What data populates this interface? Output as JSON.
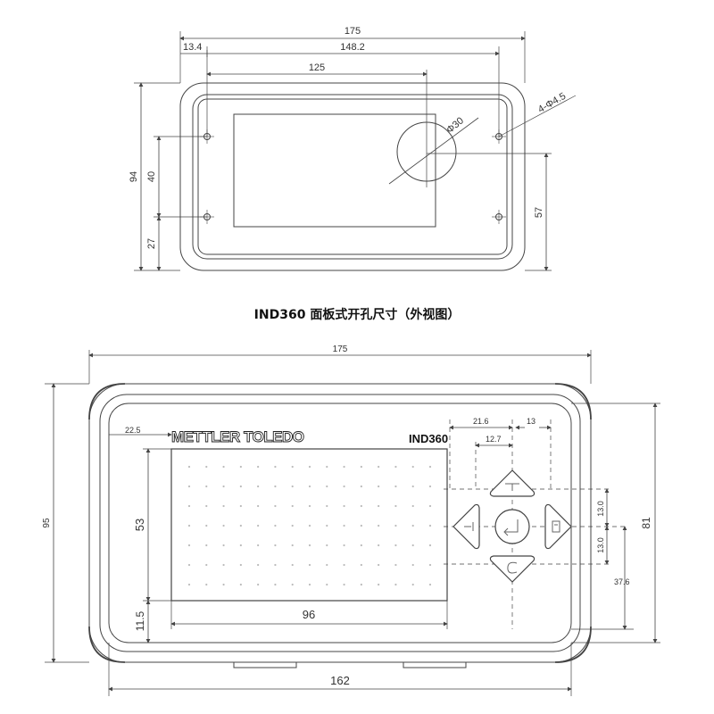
{
  "caption": "IND360 面板式开孔尺寸（外视图）",
  "top_view": {
    "dims": {
      "overall_width": "175",
      "left_offset": "13.4",
      "hole_span": "148.2",
      "inner": "125",
      "height": "94",
      "hole_vertical": "40",
      "bottom": "27",
      "right_height": "57",
      "diameter": "Φ30",
      "holes": "4-Φ4.5"
    }
  },
  "front_view": {
    "brand": "METTLER TOLEDO",
    "model": "IND360",
    "dims": {
      "overall_width": "175",
      "overall_height": "95",
      "brand_offset": "22.5",
      "keypad_offset": "21.6",
      "keypad_right": "13",
      "keypad_center": "12.7",
      "display_height": "53",
      "display_bottom": "11.5",
      "display_width": "96",
      "inner_width": "162",
      "inner_height": "81",
      "key_pitch_top": "13.0",
      "key_pitch_bottom": "13.0",
      "keypad_vertical": "37.6"
    },
    "display_dot_grid": {
      "cols": 15,
      "rows": 7
    }
  }
}
